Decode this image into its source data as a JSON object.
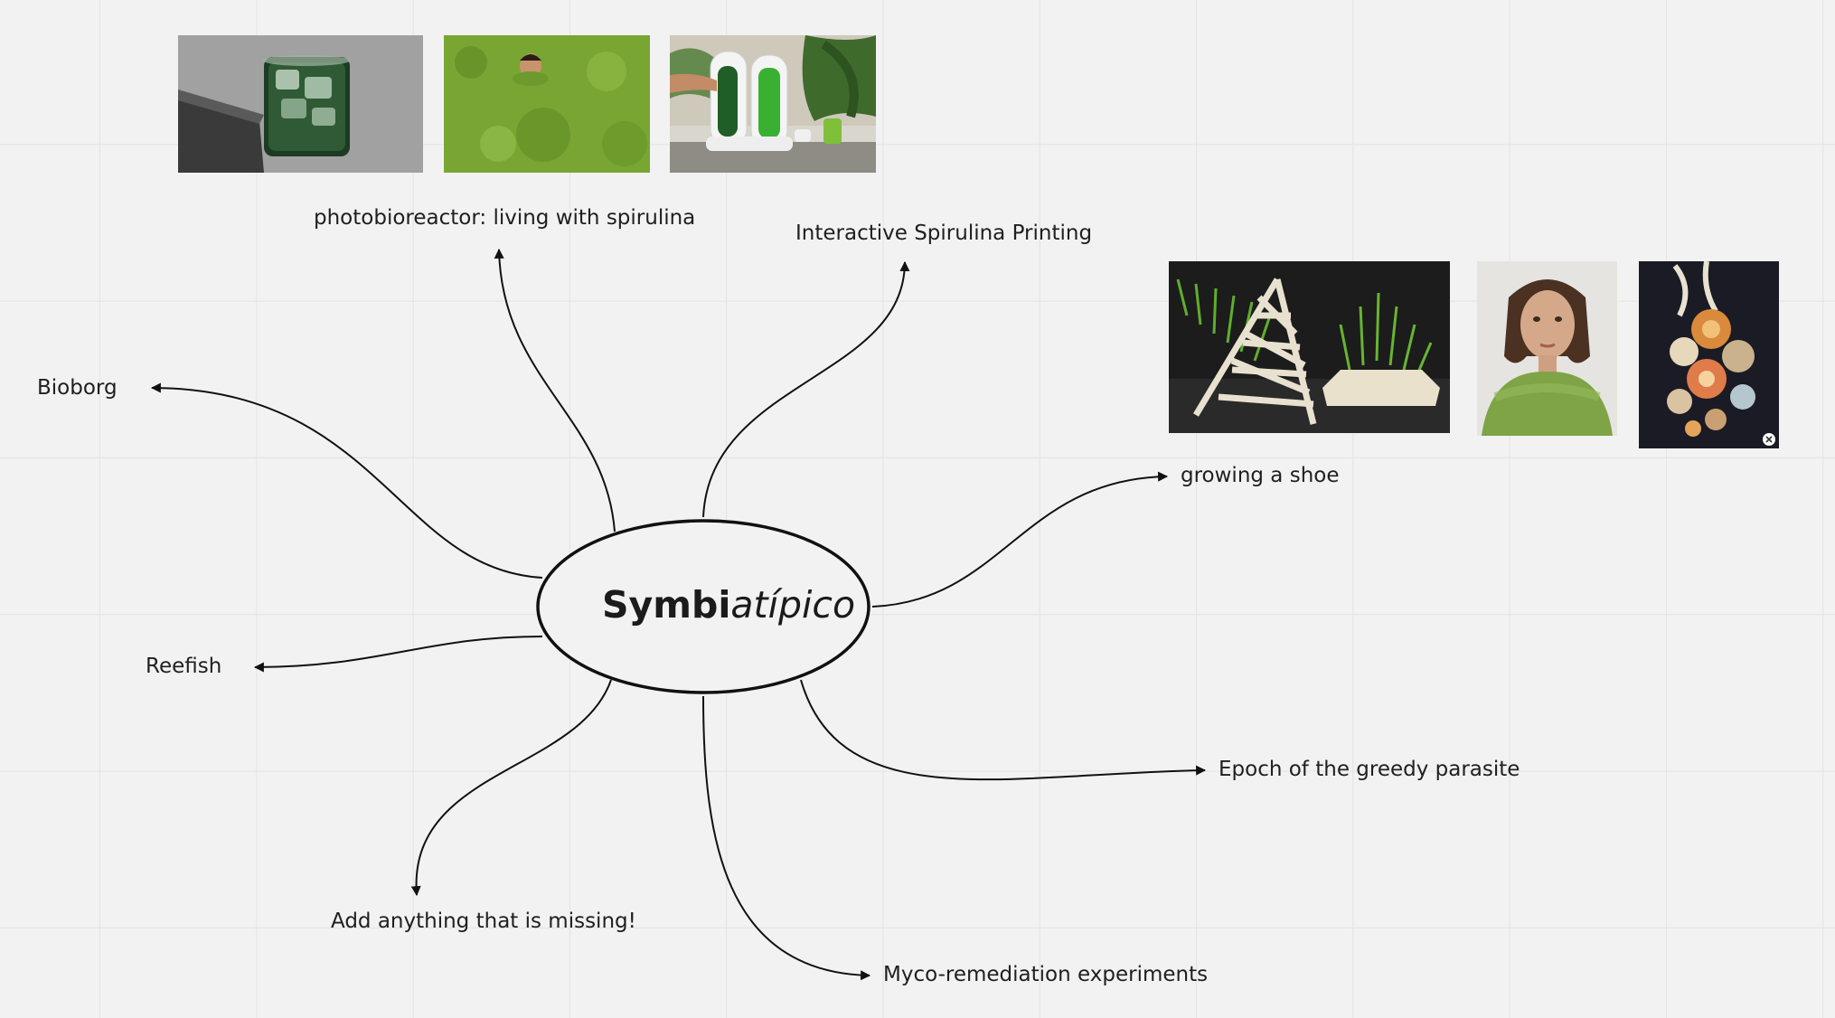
{
  "board": {
    "center_title_bold": "Symbi",
    "center_title_italic": "atípico"
  },
  "nodes": {
    "photobioreactor": "photobioreactor: living with spirulina",
    "spirulina_printing": "Interactive Spirulina Printing",
    "bioborg": "Bioborg",
    "growing_shoe": "growing a shoe",
    "reefish": "Reefish",
    "epoch": "Epoch of the greedy parasite",
    "add_missing": "Add anything that is missing!",
    "myco": "Myco-remediation experiments"
  },
  "images": [
    {
      "icon": "spirulina-drink-image"
    },
    {
      "icon": "algae-field-person-image"
    },
    {
      "icon": "photobioreactor-devices-image"
    },
    {
      "icon": "grass-shoe-sculpture-image"
    },
    {
      "icon": "woman-grass-garment-image"
    },
    {
      "icon": "mushroom-collage-image"
    }
  ],
  "colors": {
    "background": "#f2f2f2",
    "grid": "#e3e3e3",
    "ink": "#1b1b1b"
  }
}
